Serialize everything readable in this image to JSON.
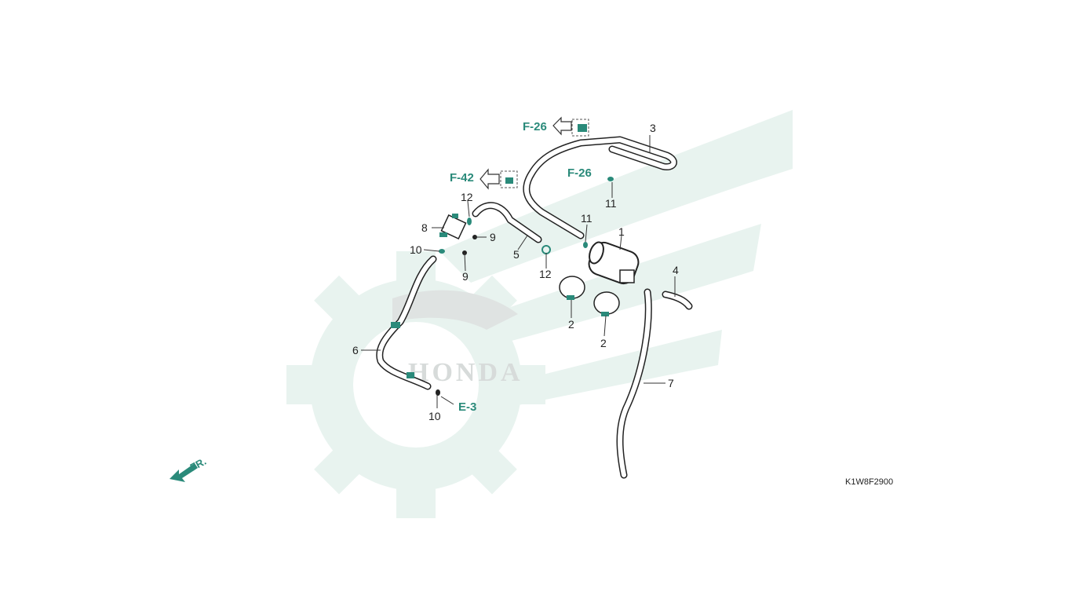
{
  "diagram": {
    "watermark_brand": "HONDA",
    "diagram_code": "K1W8F2900",
    "front_indicator": "FR.",
    "refs": {
      "f26_top": "F-26",
      "f26_mid": "F-26",
      "f42": "F-42",
      "e3": "E-3"
    },
    "callouts": {
      "c1": "1",
      "c2a": "2",
      "c2b": "2",
      "c3": "3",
      "c4": "4",
      "c5": "5",
      "c6": "6",
      "c7": "7",
      "c8": "8",
      "c9a": "9",
      "c9b": "9",
      "c10a": "10",
      "c10b": "10",
      "c11a": "11",
      "c11b": "11",
      "c12a": "12",
      "c12b": "12"
    },
    "colors": {
      "accent": "#2a8a7a",
      "watermark": "#e6f2ee",
      "line": "#222222"
    }
  }
}
